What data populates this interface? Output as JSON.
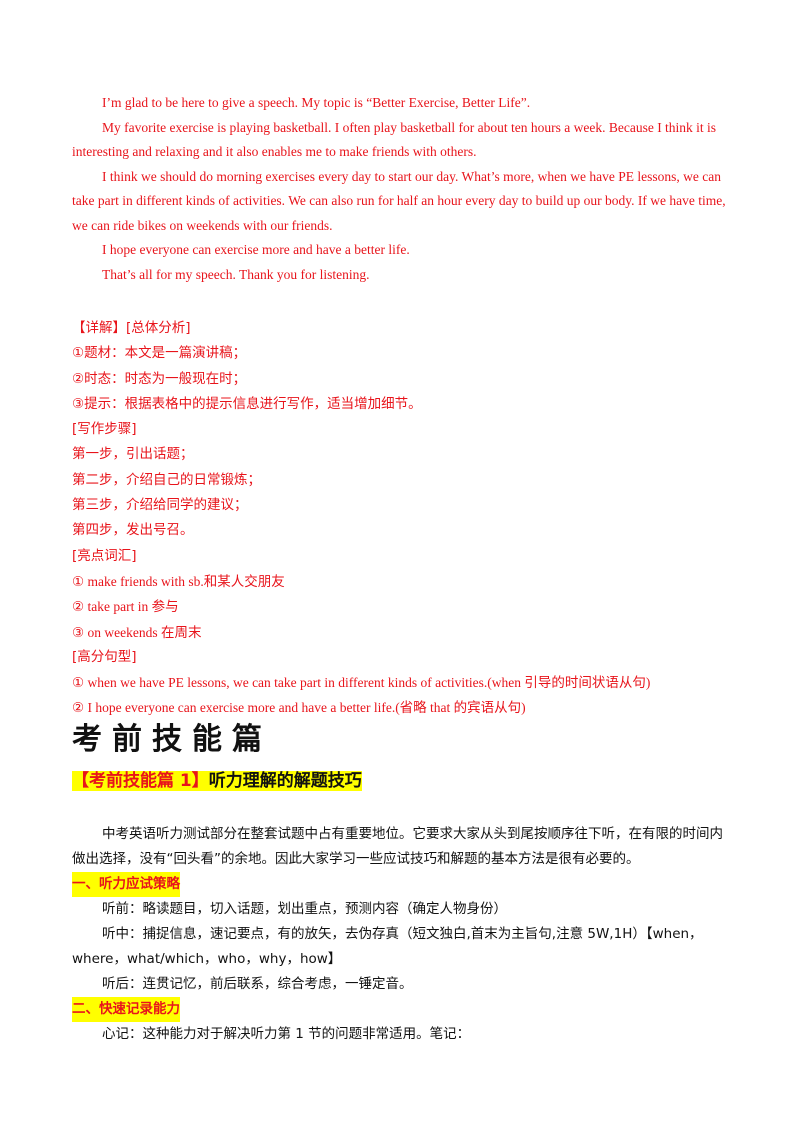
{
  "essay": {
    "paragraphs": [
      "I’m glad to be here to give a speech. My topic is “Better Exercise, Better Life”.",
      "My favorite exercise is playing basketball. I often play basketball for about ten hours a week. Because I think it is interesting and relaxing and it also enables me to make friends with others.",
      "I think we should do morning exercises every day to start our day. What’s more, when we have PE lessons, we can take part in different kinds of activities. We can also run for half an hour every day to build up our body. If we have time, we can ride bikes on weekends with our friends.",
      "I hope everyone can exercise more and have a better life.",
      "That’s all for my speech. Thank you for listening."
    ]
  },
  "analysis": {
    "heading": "【详解】[总体分析]",
    "items": [
      "①题材：本文是一篇演讲稿；",
      "②时态：时态为一般现在时；",
      "③提示：根据表格中的提示信息进行写作，适当增加细节。"
    ],
    "steps_heading": "[写作步骤]",
    "steps": [
      "第一步，引出话题；",
      "第二步，介绍自己的日常锻炼；",
      "第三步，介绍给同学的建议；",
      "第四步，发出号召。"
    ],
    "vocab_heading": "[亮点词汇]",
    "vocab": [
      "① make friends with sb.和某人交朋友",
      "② take part in 参与",
      "③ on weekends 在周末"
    ],
    "sentence_heading": "[高分句型]",
    "sentences": [
      "① when we have PE lessons, we can take part in different kinds of activities.(when 引导的时间状语从句)",
      "② I hope everyone can exercise more and have a better life.(省略 that 的宾语从句)"
    ]
  },
  "chapter_title": "考前技能篇",
  "section": {
    "bracket_title": "【考前技能篇 1】",
    "title_rest": "听力理解的解题技巧",
    "intro": "中考英语听力测试部分在整套试题中占有重要地位。它要求大家从头到尾按顺序往下听，在有限的时间内做出选择，没有“回头看”的余地。因此大家学习一些应试技巧和解题的基本方法是很有必要的。",
    "sub1": "一、听力应试策略",
    "before": "听前：略读题目，切入话题，划出重点，预测内容（确定人物身份）",
    "during": "听中：捕捉信息，速记要点，有的放矢，去伪存真（短文独白,首末为主旨句,注意 5W,1H）【when，where，what/which，who，why，how】",
    "after": "听后：连贯记忆，前后联系，综合考虑，一锤定音。",
    "sub2": "二、快速记录能力",
    "memory": "心记：这种能力对于解决听力第 1 节的问题非常适用。笔记："
  }
}
